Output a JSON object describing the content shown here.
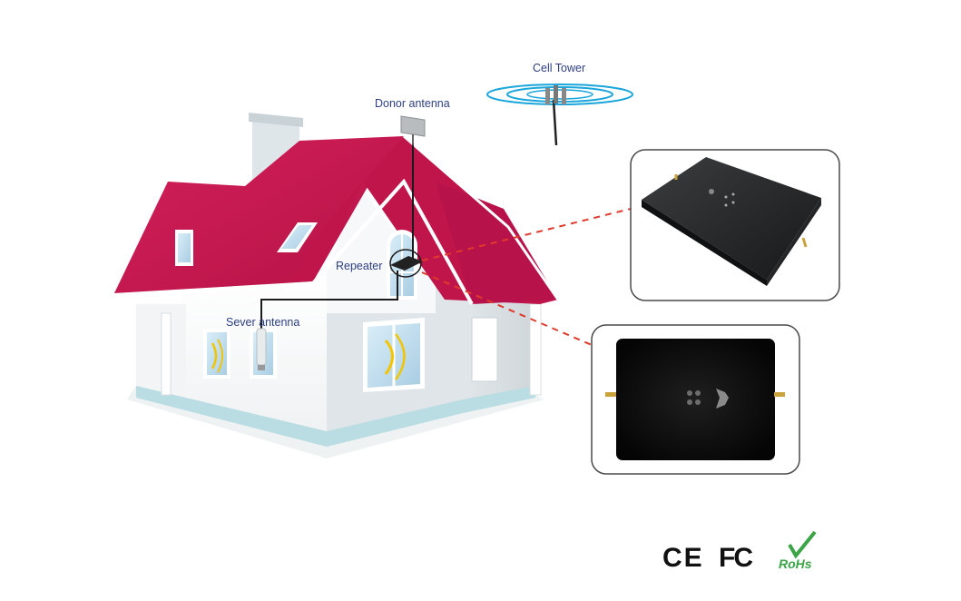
{
  "labels": {
    "cell_tower": "Cell Tower",
    "donor_antenna": "Donor  antenna",
    "repeater": "Repeater",
    "server_antenna": "Sever antenna"
  },
  "certifications": {
    "ce": "CE",
    "fc": "FC",
    "rohs": "RoHs"
  },
  "colors": {
    "roof": "#c8174f",
    "wall": "#f4f6f7",
    "trim": "#b9dde2",
    "label_text": "#2d3f82",
    "signal_ring": "#1aa6da",
    "connector_line": "#e03a2c",
    "rohs_green": "#3aa447"
  },
  "icons": {
    "device_top": "signal-booster-device",
    "device_front": "signal-booster-device-front"
  }
}
